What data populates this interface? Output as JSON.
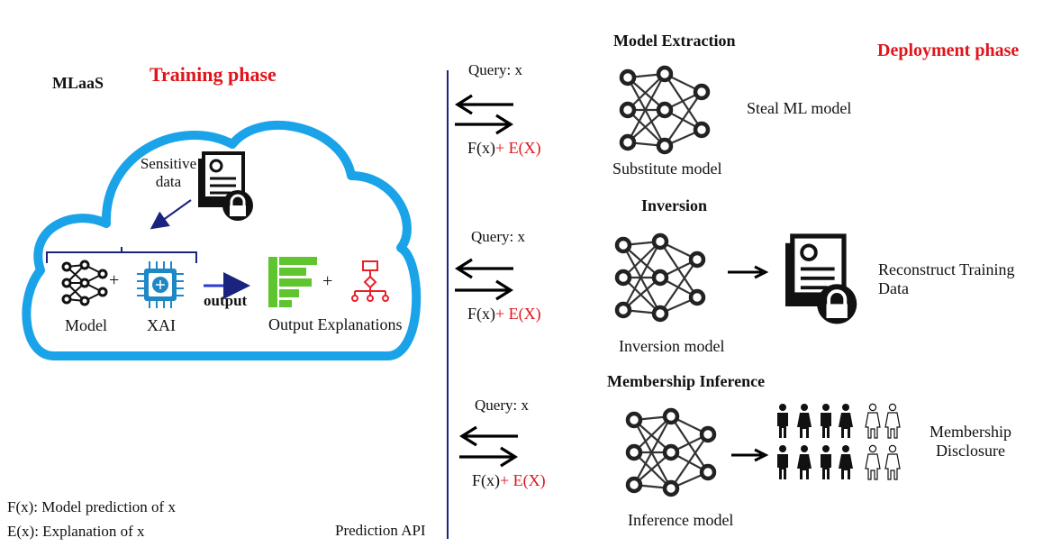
{
  "left": {
    "mlaas_label": "MLaaS",
    "training_phase_label": "Training phase",
    "sensitive_data_label_line1": "Sensitive",
    "sensitive_data_label_line2": "data",
    "plus_sign": "+",
    "output_arrow_label": "output",
    "model_label": "Model",
    "xai_label": "XAI",
    "output_explanations_label": "Output Explanations",
    "legend_fx": "F(x): Model prediction of  x",
    "legend_ex": "E(x): Explanation of x",
    "cloud_color": "#1aa3e8"
  },
  "api": {
    "label": "Prediction API",
    "divider_color": "#1a237e",
    "exchanges": [
      {
        "query": "Query: x",
        "response_prefix": "F(x)",
        "response_suffix": "+ E(X)"
      },
      {
        "query": "Query: x",
        "response_prefix": "F(x)",
        "response_suffix": "+ E(X)"
      },
      {
        "query": "Query: x",
        "response_prefix": "F(x)",
        "response_suffix": "+ E(X)"
      }
    ]
  },
  "right": {
    "deployment_phase_label": "Deployment phase",
    "attacks": [
      {
        "title": "Model Extraction",
        "model_label": "Substitute model",
        "result_label": "Steal ML model"
      },
      {
        "title": "Inversion",
        "model_label": "Inversion model",
        "result_line1": "Reconstruct Training",
        "result_line2": "Data"
      },
      {
        "title": "Membership Inference",
        "model_label": "Inference model",
        "result_line1": "Membership",
        "result_line2": "Disclosure"
      }
    ]
  },
  "icons": [
    "cloud-icon",
    "document-lock-icon",
    "neural-network-icon",
    "chip-icon",
    "bar-chart-icon",
    "flowchart-icon",
    "people-icon"
  ],
  "colors": {
    "accent_red": "#e0151b",
    "xai_blue": "#1e88c7",
    "chart_green": "#5fc52e",
    "flow_red": "#e8202a"
  }
}
